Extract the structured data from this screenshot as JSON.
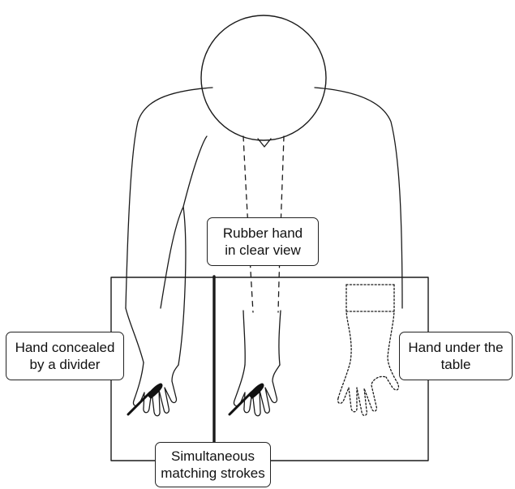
{
  "labels": {
    "rubber_hand": [
      "Rubber hand",
      "in clear view"
    ],
    "concealed_hand": [
      "Hand concealed",
      "by a divider"
    ],
    "under_table": [
      "Hand under the",
      "table"
    ],
    "strokes": [
      "Simultaneous",
      "matching strokes"
    ]
  },
  "colors": {
    "line": "#1a1a1a",
    "background": "#ffffff"
  }
}
